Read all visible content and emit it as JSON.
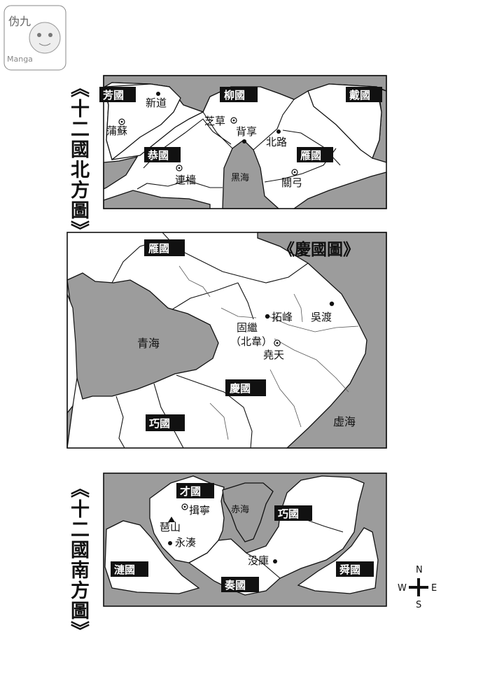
{
  "titles": {
    "north": "《十二國北方圖》",
    "kei": "《慶國圖》",
    "south": "《十二國南方圖》"
  },
  "logo": {
    "name": "scanlation-logo",
    "text": "伪九 Manga"
  },
  "north_map": {
    "kingdoms": [
      "芳國",
      "柳國",
      "戴國",
      "恭國",
      "雁國"
    ],
    "cities": [
      "新道",
      "蒲蘇",
      "芝草",
      "背享",
      "北路",
      "連檣",
      "關弓"
    ],
    "sea": "黑海"
  },
  "kei_map": {
    "kingdoms": [
      "雁國",
      "慶國",
      "巧國"
    ],
    "cities": [
      "拓峰",
      "吳渡",
      "固繼",
      "（北韋）",
      "堯天"
    ],
    "seas": [
      "青海",
      "虚海"
    ]
  },
  "south_map": {
    "kingdoms": [
      "才國",
      "巧國",
      "漣國",
      "奏國",
      "舜國"
    ],
    "cities": [
      "揖寧",
      "琶山",
      "永湊",
      "没庫"
    ],
    "sea": "赤海"
  },
  "compass": {
    "n": "N",
    "s": "S",
    "e": "E",
    "w": "W"
  }
}
